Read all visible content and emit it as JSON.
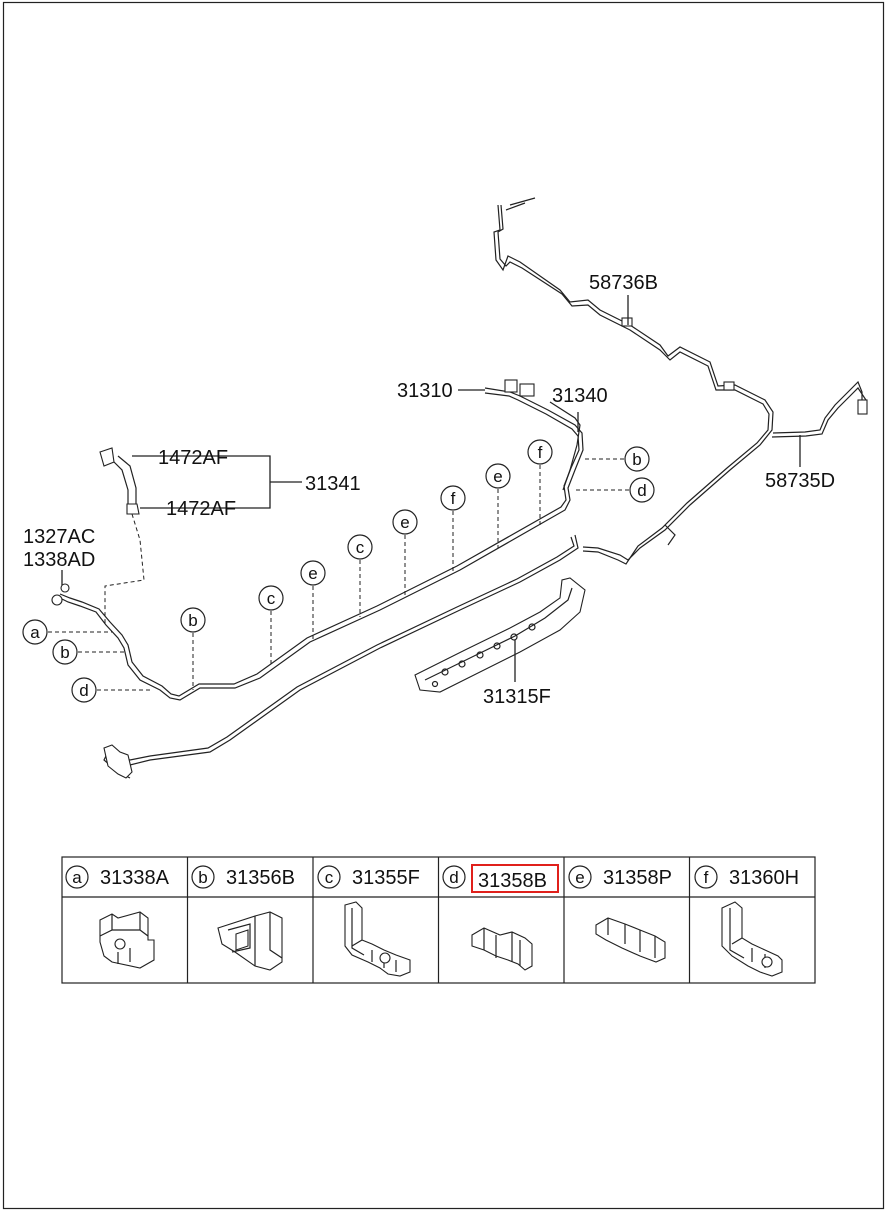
{
  "diagram": {
    "labels": {
      "p58736B": "58736B",
      "p58735D": "58735D",
      "p31310": "31310",
      "p31340": "31340",
      "p31341": "31341",
      "p1472AF_top": "1472AF",
      "p1472AF_bottom": "1472AF",
      "p1327AC": "1327AC",
      "p1338AD": "1338AD",
      "p31315F": "31315F"
    },
    "callouts": [
      "b",
      "d",
      "f",
      "e",
      "f",
      "e",
      "c",
      "e",
      "c",
      "b",
      "a",
      "b",
      "d"
    ]
  },
  "parts_table": {
    "highlight_color": "#e0201b",
    "columns": [
      {
        "letter": "a",
        "part": "31338A",
        "highlighted": false
      },
      {
        "letter": "b",
        "part": "31356B",
        "highlighted": false
      },
      {
        "letter": "c",
        "part": "31355F",
        "highlighted": false
      },
      {
        "letter": "d",
        "part": "31358B",
        "highlighted": true
      },
      {
        "letter": "e",
        "part": "31358P",
        "highlighted": false
      },
      {
        "letter": "f",
        "part": "31360H",
        "highlighted": false
      }
    ]
  }
}
